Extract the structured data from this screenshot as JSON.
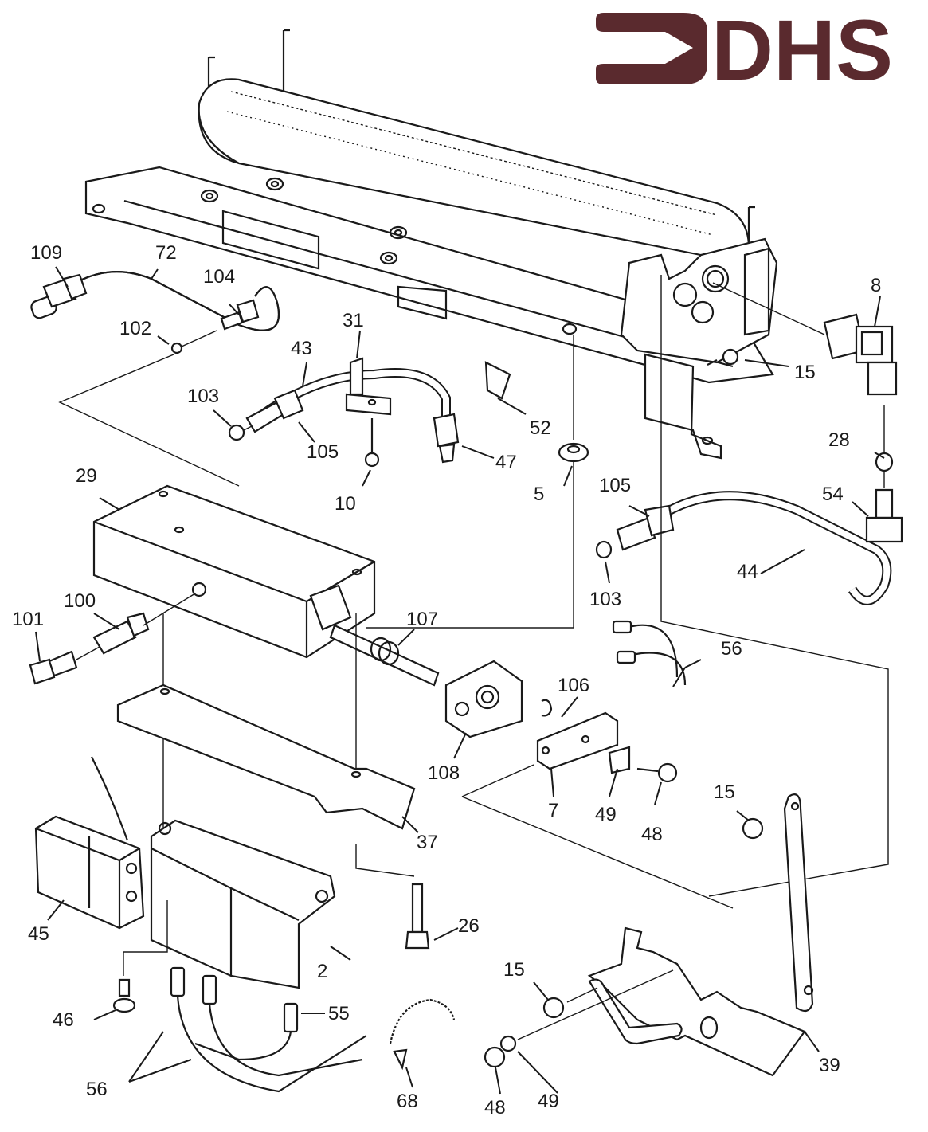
{
  "logo": {
    "text": "DHS",
    "color": "#5a2a2e",
    "icon": "arrow-right-icon"
  },
  "diagram_title": "",
  "parts": [
    {
      "id": "part-109",
      "label": "109"
    },
    {
      "id": "part-72",
      "label": "72"
    },
    {
      "id": "part-104",
      "label": "104"
    },
    {
      "id": "part-102",
      "label": "102"
    },
    {
      "id": "part-31",
      "label": "31"
    },
    {
      "id": "part-43",
      "label": "43"
    },
    {
      "id": "part-103a",
      "label": "103"
    },
    {
      "id": "part-105a",
      "label": "105"
    },
    {
      "id": "part-10",
      "label": "10"
    },
    {
      "id": "part-47",
      "label": "47"
    },
    {
      "id": "part-52",
      "label": "52"
    },
    {
      "id": "part-5",
      "label": "5"
    },
    {
      "id": "part-8",
      "label": "8"
    },
    {
      "id": "part-15a",
      "label": "15"
    },
    {
      "id": "part-28",
      "label": "28"
    },
    {
      "id": "part-54",
      "label": "54"
    },
    {
      "id": "part-105b",
      "label": "105"
    },
    {
      "id": "part-44",
      "label": "44"
    },
    {
      "id": "part-103b",
      "label": "103"
    },
    {
      "id": "part-29",
      "label": "29"
    },
    {
      "id": "part-100",
      "label": "100"
    },
    {
      "id": "part-101",
      "label": "101"
    },
    {
      "id": "part-107",
      "label": "107"
    },
    {
      "id": "part-56a",
      "label": "56"
    },
    {
      "id": "part-106",
      "label": "106"
    },
    {
      "id": "part-108",
      "label": "108"
    },
    {
      "id": "part-7",
      "label": "7"
    },
    {
      "id": "part-49a",
      "label": "49"
    },
    {
      "id": "part-48a",
      "label": "48"
    },
    {
      "id": "part-15b",
      "label": "15"
    },
    {
      "id": "part-37",
      "label": "37"
    },
    {
      "id": "part-45",
      "label": "45"
    },
    {
      "id": "part-26",
      "label": "26"
    },
    {
      "id": "part-2",
      "label": "2"
    },
    {
      "id": "part-46",
      "label": "46"
    },
    {
      "id": "part-55",
      "label": "55"
    },
    {
      "id": "part-56b",
      "label": "56"
    },
    {
      "id": "part-68",
      "label": "68"
    },
    {
      "id": "part-15c",
      "label": "15"
    },
    {
      "id": "part-48b",
      "label": "48"
    },
    {
      "id": "part-49b",
      "label": "49"
    },
    {
      "id": "part-39",
      "label": "39"
    }
  ]
}
